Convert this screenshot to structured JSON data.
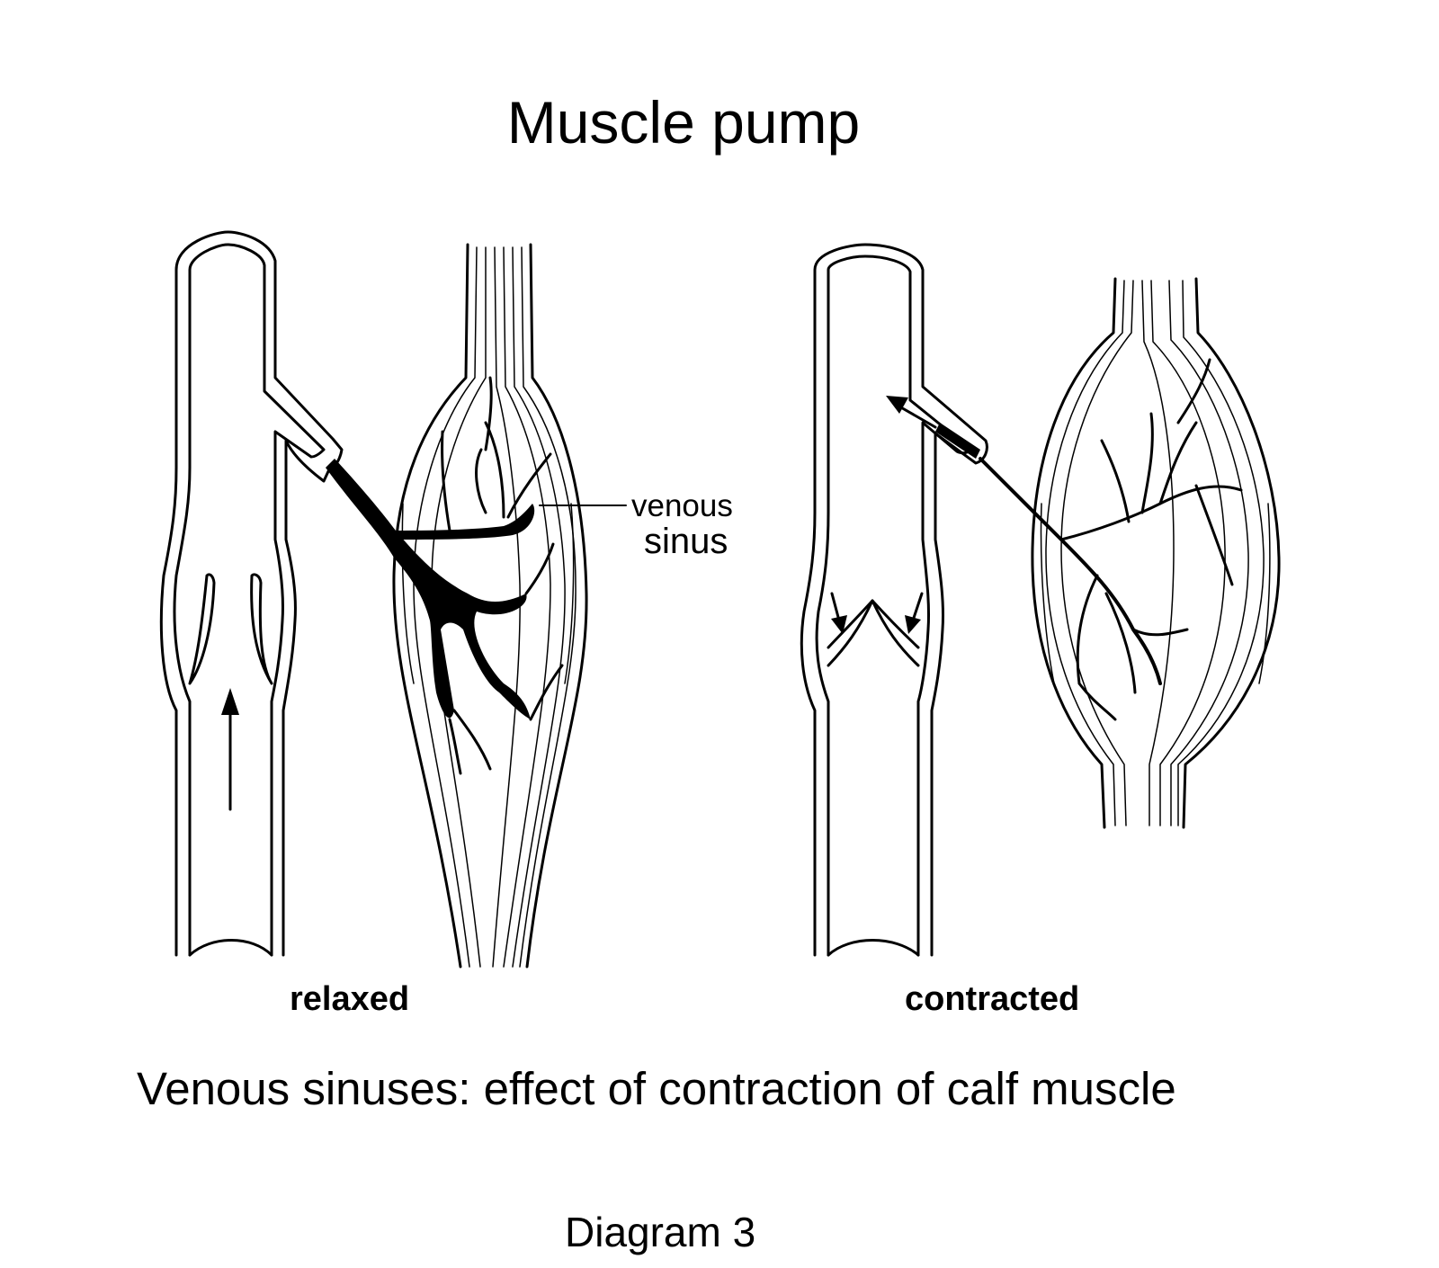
{
  "title": "Muscle pump",
  "labels": {
    "venous_line1": "venous",
    "venous_line2": "sinus",
    "relaxed": "relaxed",
    "contracted": "contracted"
  },
  "caption": "Venous sinuses: effect of contraction of calf muscle",
  "diagram_number": "Diagram 3",
  "colors": {
    "ink": "#000000",
    "background": "#ffffff"
  }
}
